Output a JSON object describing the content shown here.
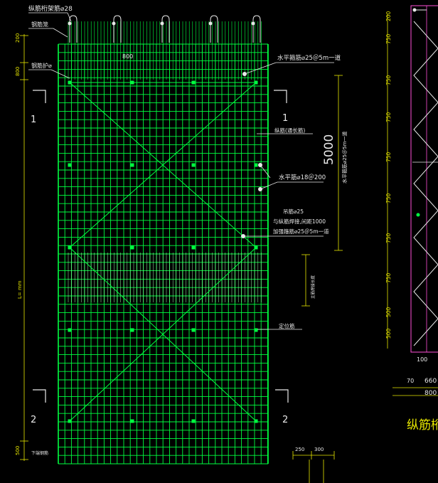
{
  "annotations": {
    "top_bar": "纵筋桁架筋⌀28",
    "left_note_1": "钢筋笼",
    "left_note_2": "钢筋护⌀",
    "mid_top": "800",
    "right_1": "水平箍筋⌀25＠5m一道",
    "right_2": "纵筋(通长筋)",
    "right_3": "水平筋⌀18＠200",
    "right_4a": "吊筋⌀25",
    "right_4b": "与纵筋焊接,间距1000",
    "right_4c": "加强箍筋⌀25＠5m一道",
    "right_5": "定位筋",
    "vertical_note": "水平箍筋⌀25＠5m一道",
    "section_note": "主筋焊接长度",
    "left_dim": "L= mm",
    "bottom_left": "下端钢筋",
    "dim_5000": "5000",
    "dim_200": "200",
    "dim_800": "800",
    "dim_500": "500",
    "dim_250": "250",
    "dim_300": "300"
  },
  "section_marks": {
    "top_left": "1",
    "top_right": "1",
    "bottom_left": "2",
    "bottom_right": "2"
  },
  "right_panel": {
    "dims": [
      "200",
      "750",
      "750",
      "750",
      "750",
      "750",
      "750",
      "750",
      "500",
      "500"
    ],
    "bottom_dims": {
      "a": "70",
      "b": "660",
      "c": "800",
      "d": "100"
    },
    "title": "纵筋桁架"
  },
  "bottom_dims": {
    "a": "250",
    "b": "300"
  },
  "colors": {
    "grid": "#00ff40",
    "diag": "#00ff40",
    "bg": "#000000",
    "text": "#e8e8e8",
    "dim": "#e6e600",
    "frame": "#ff4fd8"
  }
}
